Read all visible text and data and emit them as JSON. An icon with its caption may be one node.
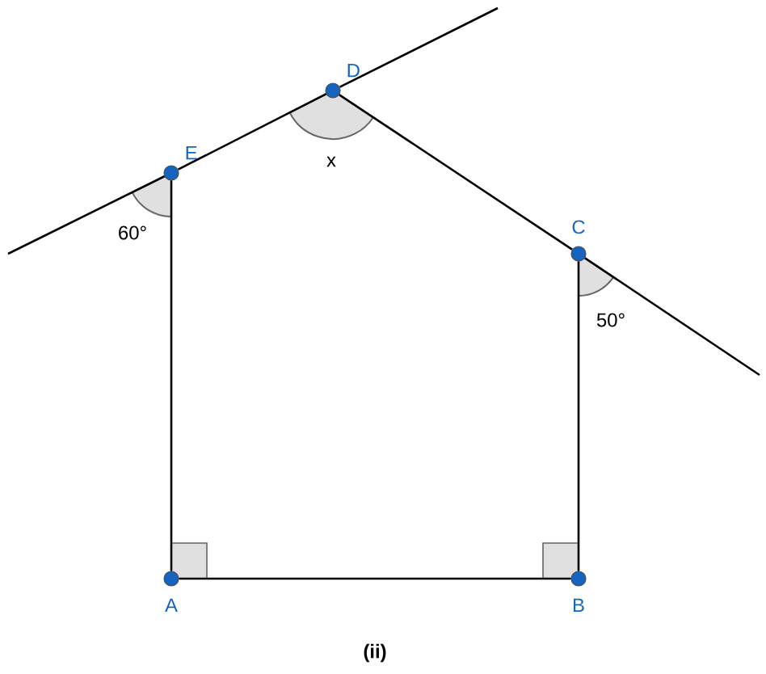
{
  "diagram": {
    "caption": "(ii)",
    "nodes": [
      {
        "text": [
          "D"
        ]
      },
      {
        "text": [
          "E"
        ]
      },
      {
        "text": [
          "C"
        ]
      },
      {
        "text": [
          "A"
        ]
      },
      {
        "text": [
          "B"
        ]
      }
    ],
    "edges": [
      {
        "from": 3,
        "to": 4,
        "arrow": "none"
      },
      {
        "from": 4,
        "to": 2,
        "arrow": "none"
      },
      {
        "from": 2,
        "to": 0,
        "arrow": "none"
      },
      {
        "from": 0,
        "to": 1,
        "arrow": "none"
      },
      {
        "from": 1,
        "to": 3,
        "arrow": "none"
      },
      {
        "from": null,
        "to": 1,
        "arrow": "none"
      },
      {
        "from": 0,
        "to": null,
        "arrow": "none"
      },
      {
        "from": 2,
        "to": null,
        "arrow": "none"
      }
    ],
    "labels": [
      "x",
      "60°",
      "50°"
    ]
  }
}
